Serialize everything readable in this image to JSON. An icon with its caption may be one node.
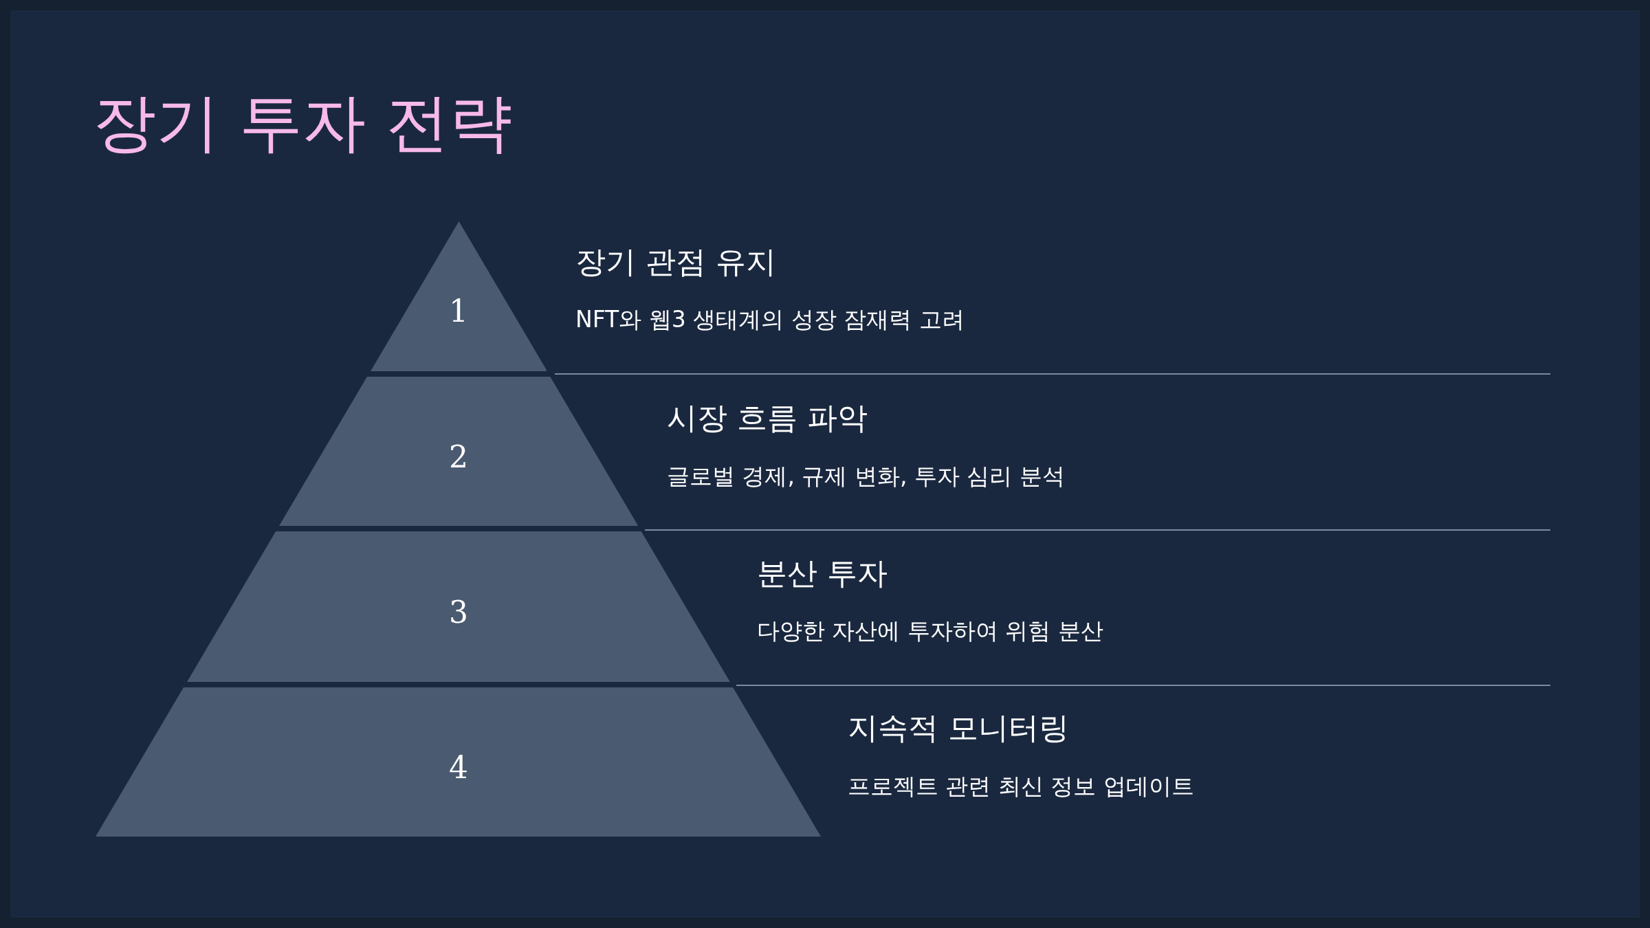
{
  "diagram": {
    "title": "장기 투자 전략",
    "nodes": [
      {
        "text": [
          "1"
        ],
        "beside": [
          "장기 관점 유지",
          "NFT와 웹3 생태계의 성장 잠재력 고려"
        ]
      },
      {
        "text": [
          "2"
        ],
        "beside": [
          "시장 흐름 파악",
          "글로벌 경제, 규제 변화, 투자 심리 분석"
        ]
      },
      {
        "text": [
          "3"
        ],
        "beside": [
          "분산 투자",
          "다양한 자산에 투자하여 위험 분산"
        ]
      },
      {
        "text": [
          "4"
        ],
        "beside": [
          "지속적 모니터링",
          "프로젝트 관련 최신 정보 업데이트"
        ]
      }
    ],
    "edges": []
  }
}
